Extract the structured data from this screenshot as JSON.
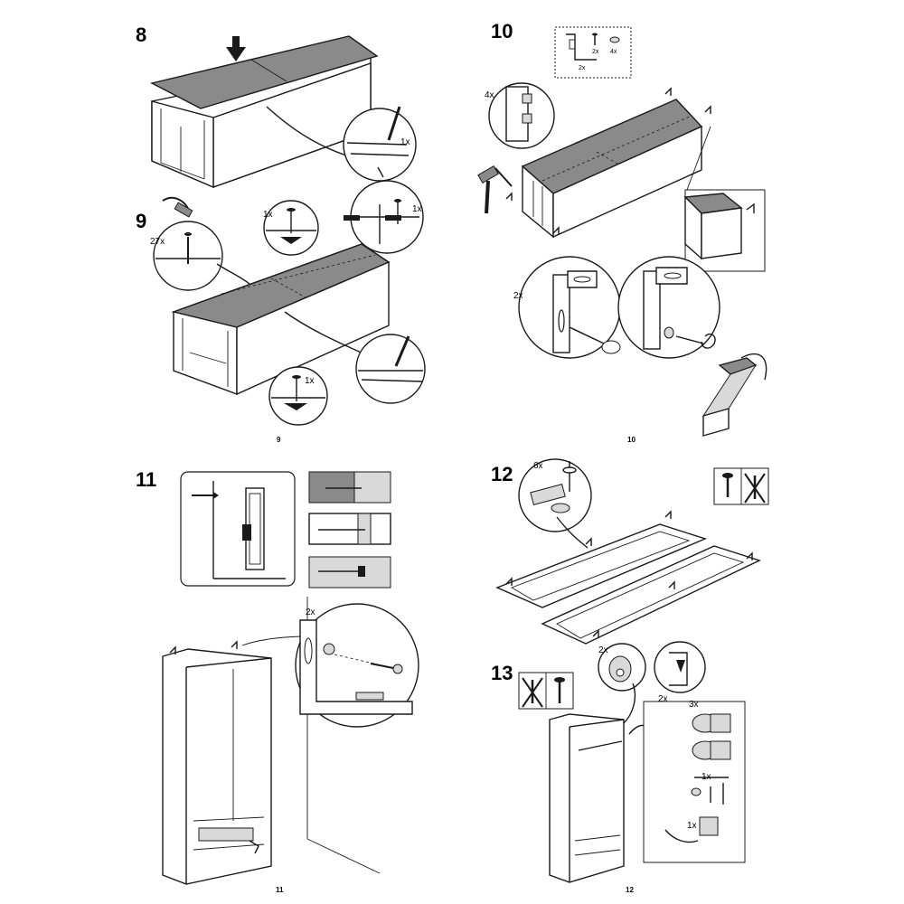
{
  "steps": {
    "s8": "8",
    "s9": "9",
    "s10": "10",
    "s11": "11",
    "s12": "12",
    "s13": "13"
  },
  "page_numbers": {
    "p1": "9",
    "p2": "10",
    "p3": "11",
    "p4": "12"
  },
  "quantities": {
    "s8_nail": "1x",
    "s9_nails": "27x",
    "s9_detail_a": "1x",
    "s9_detail_b": "1x",
    "s9_detail_c": "1x",
    "s10_parts_screw": "2x",
    "s10_parts_washer": "4x",
    "s10_parts_bracket": "2x",
    "s10_dowel": "4x",
    "s10_bracket": "2x",
    "s11_bracket": "2x",
    "s12_cam": "6x",
    "s13_bracket": "2x",
    "s13_door": "2x",
    "s13_hinge": "3x",
    "s13_knob": "1x",
    "s13_catch": "1x"
  },
  "colors": {
    "line": "#1a1a1a",
    "panel_fill": "#8a8a8a",
    "wall_fill": "#d9d9d9"
  },
  "icons": [
    "hammer-icon",
    "screwdriver-icon",
    "arrow-down-icon",
    "screw-icon",
    "no-screw-icon",
    "nail-icon",
    "wall-plug-icon",
    "hinge-icon"
  ]
}
